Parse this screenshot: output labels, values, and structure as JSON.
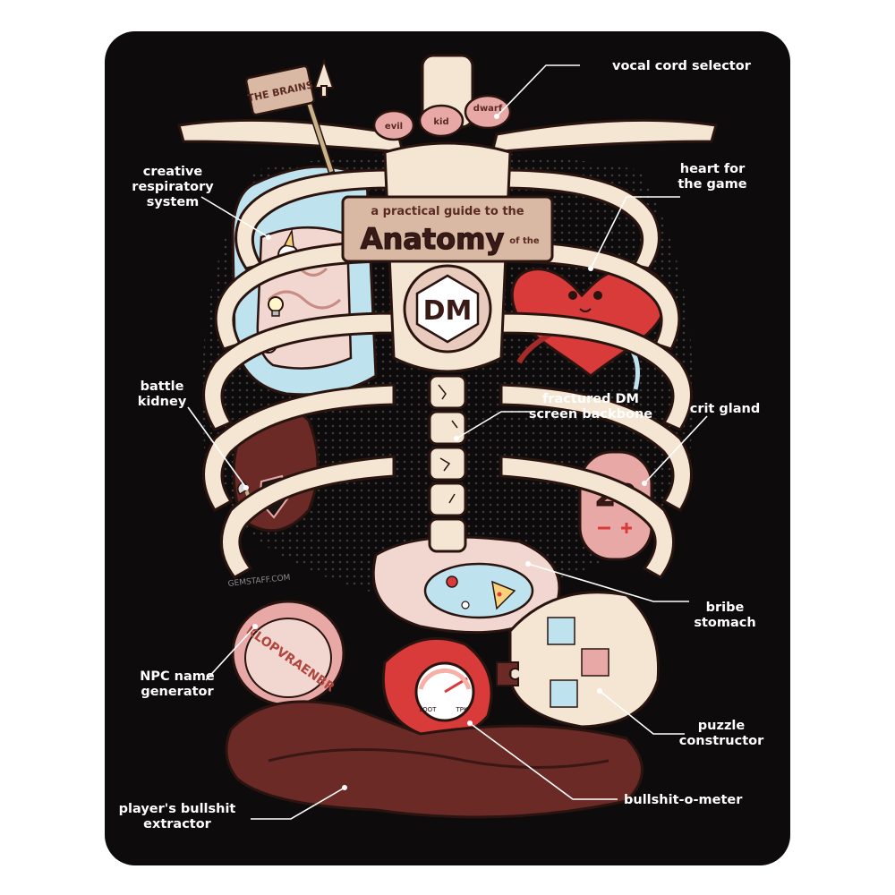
{
  "poster": {
    "sign_line1": "a practical guide to the",
    "sign_word": "Anatomy",
    "sign_small": "of the",
    "medallion": "DM",
    "brains_sign": "THE BRAINS",
    "signature": "GEMSTAFF.COM"
  },
  "vocal_chords": [
    "evil",
    "kid",
    "dwarf"
  ],
  "crit_gland_number": "20",
  "meter": {
    "low": "LOOT",
    "high": "TPK"
  },
  "npc_scroll_text": "KLOPVRAENBR",
  "labels": [
    {
      "id": "vocal",
      "text": [
        "vocal cord selector"
      ]
    },
    {
      "id": "heart",
      "text": [
        "heart for",
        "the game"
      ]
    },
    {
      "id": "respiratory",
      "text": [
        "creative",
        "respiratory",
        "system"
      ]
    },
    {
      "id": "kidney",
      "text": [
        "battle",
        "kidney"
      ]
    },
    {
      "id": "backbone",
      "text": [
        "fractured DM",
        "screen backbone"
      ]
    },
    {
      "id": "crit",
      "text": [
        "crit gland"
      ]
    },
    {
      "id": "bribe",
      "text": [
        "bribe",
        "stomach"
      ]
    },
    {
      "id": "npc",
      "text": [
        "NPC name",
        "generator"
      ]
    },
    {
      "id": "puzzle",
      "text": [
        "puzzle",
        "constructor"
      ]
    },
    {
      "id": "bsmeter",
      "text": [
        "bullshit-o-meter"
      ]
    },
    {
      "id": "extractor",
      "text": [
        "player's bullshit",
        "extractor"
      ]
    }
  ],
  "colors": {
    "background": "#0d0b0b",
    "bone": "#f4e6d2",
    "lung": "#bfe3ee",
    "heart": "#d93a3a",
    "organ_dark": "#6b2a26",
    "organ_pink": "#e8a9a6",
    "label": "#ffffff"
  },
  "icons": [
    "dice-d20-icon",
    "unicorn-icon",
    "skull-icon",
    "lightbulb-icon",
    "shield-icon",
    "axe-icon",
    "pizza-icon",
    "puzzle-piece-icon",
    "gauge-icon",
    "up-arrow-icon"
  ]
}
